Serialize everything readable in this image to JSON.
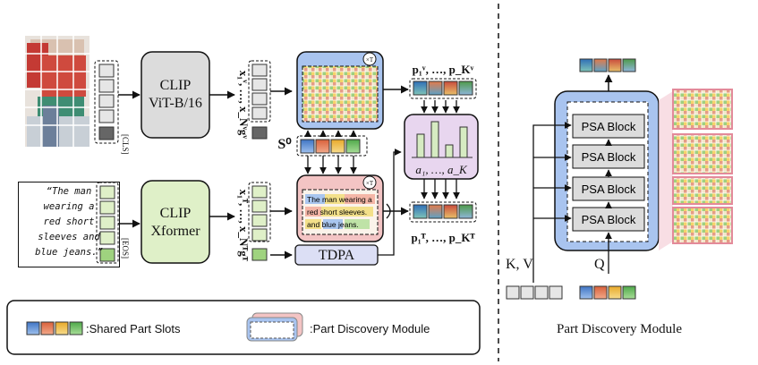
{
  "encoders": {
    "image": {
      "line1": "CLIP",
      "line2": "ViT-B/16"
    },
    "text": {
      "line1": "CLIP",
      "line2": "Xformer"
    }
  },
  "tokens": {
    "cls": "[CLS]",
    "eos": "[EOS]"
  },
  "caption": "“The man wearing a red short sleeves and blue jeans.”",
  "caption_lines": [
    "“The man",
    "wearing a",
    "red short",
    "sleeves and",
    "blue jeans.”"
  ],
  "math": {
    "visual_tokens": "x₁ᵛ, …, x_Nᵛ",
    "visual_global": "gᵛ",
    "text_tokens": "x₁ᵀ, …, x_Nᵀ",
    "text_global": "gᵀ",
    "slots_init": "S⁰",
    "visual_parts": "p₁ᵛ, …, p_Kᵛ",
    "text_parts": "p₁ᵀ, …, p_Kᵀ",
    "weights": "a₁, …, a_K",
    "times_t": "×T"
  },
  "tdpa_label": "TDPA",
  "caption_highlight_words": [
    "The man",
    "wearing a",
    "red",
    "short",
    "sleeves.",
    "and",
    "blue",
    "jeans."
  ],
  "legend": {
    "slots_label": ":Shared Part Slots",
    "module_label": ":Part Discovery Module"
  },
  "right_panel": {
    "blocks": [
      "PSA Block",
      "PSA Block",
      "PSA Block",
      "PSA Block"
    ],
    "kv_label": "K, V",
    "q_label": "Q",
    "title": "Part Discovery Module"
  },
  "colors": {
    "slot_blue": "#5b8fd6",
    "slot_orange": "#e8825a",
    "slot_yellow": "#f2c14a",
    "slot_green": "#7dc46a",
    "visual_module": "#a9c4ef",
    "text_module": "#f3c4c4",
    "encoder_image": "#dcdcdc",
    "encoder_text": "#dff0c8",
    "tdpa": "#dcdff5",
    "weights_box": "#e8d6ef"
  }
}
